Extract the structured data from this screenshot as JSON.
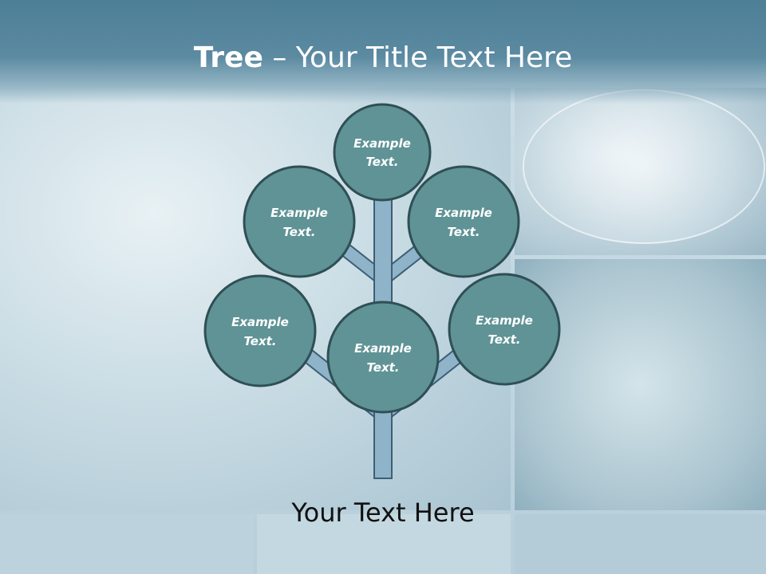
{
  "title": {
    "bold": "Tree",
    "separator": " – ",
    "rest": "Your Title Text Here"
  },
  "nodes": [
    {
      "line1": "Example",
      "line2": "Text."
    },
    {
      "line1": "Example",
      "line2": "Text."
    },
    {
      "line1": "Example",
      "line2": "Text."
    },
    {
      "line1": "Example",
      "line2": "Text."
    },
    {
      "line1": "Example",
      "line2": "Text."
    },
    {
      "line1": "Example",
      "line2": "Text."
    }
  ],
  "footer": "Your Text Here",
  "colors": {
    "header": "#4d7f96",
    "node_fill": "#5f9396",
    "node_stroke": "#2f4f55",
    "branch_fill": "#8fb3c9",
    "branch_stroke": "#3e5f73"
  }
}
